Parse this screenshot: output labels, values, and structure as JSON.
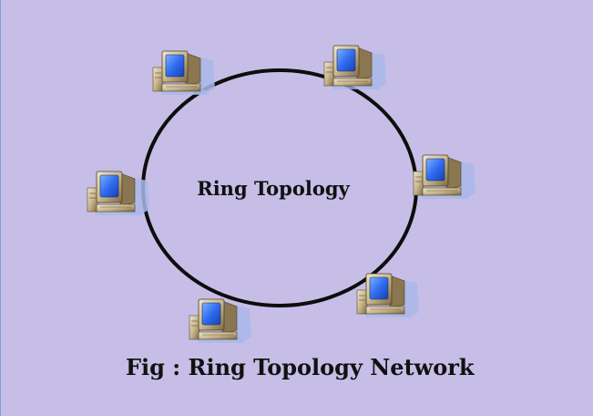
{
  "diagram": {
    "center_label": "Ring Topology",
    "caption": "Fig : Ring Topology Network",
    "node_count": 6,
    "node_icon": "desktop-computer-icon",
    "colors": {
      "background": "#c6bee6",
      "ring": "#0d0d0d",
      "screen": "#2f6cf0",
      "case": "#b8a882",
      "shadow": "#a9b8ea"
    }
  }
}
